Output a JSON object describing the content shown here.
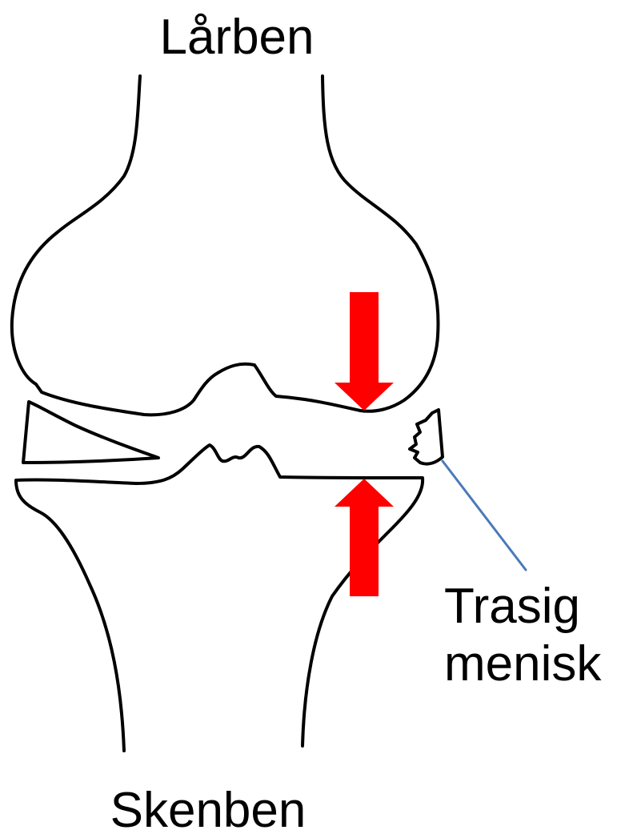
{
  "labels": {
    "femur": "Lårben",
    "tibia": "Skenben",
    "callout_line1": "Trasig",
    "callout_line2": "menisk"
  },
  "colors": {
    "outline": "#000000",
    "arrow": "#ff0000",
    "leader_line": "#4a7ab8",
    "background": "#ffffff"
  }
}
